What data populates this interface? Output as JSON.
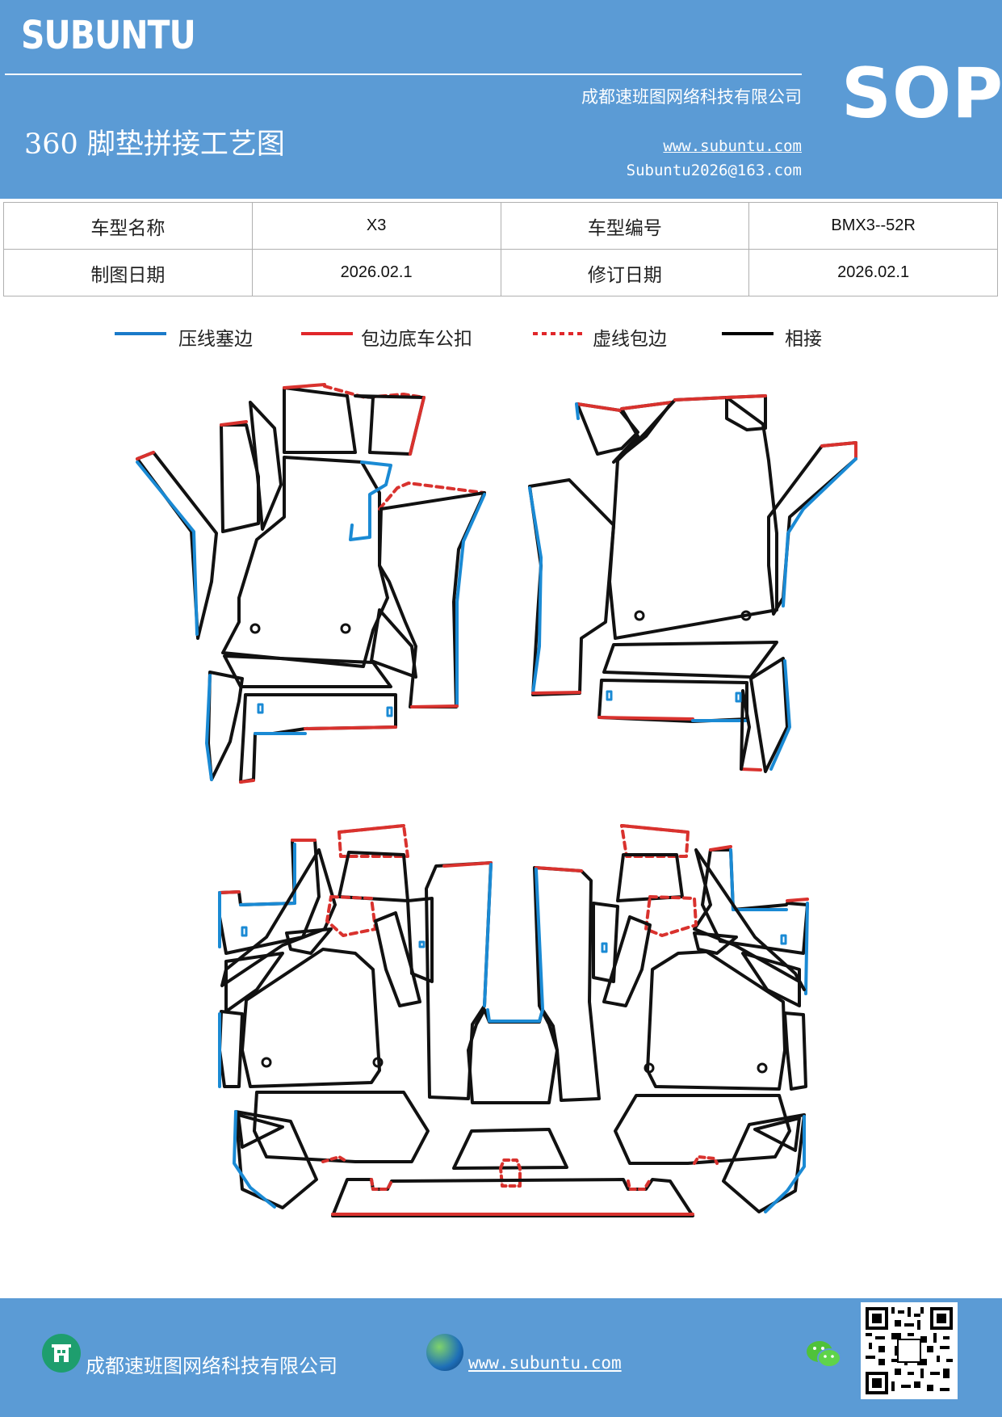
{
  "header": {
    "brand": "SUBUNTU",
    "company": "成都速班图网络科技有限公司",
    "title": "360 脚垫拼接工艺图",
    "website": "www.subuntu.com",
    "email": "Subuntu2026@163.com",
    "badge": "SOP",
    "background_color": "#5b9bd5"
  },
  "info_table": {
    "rows": [
      {
        "label1": "车型名称",
        "value1": "X3",
        "label2": "车型编号",
        "value2": "BMX3--52R"
      },
      {
        "label1": "制图日期",
        "value1": "2026.02.1",
        "label2": "修订日期",
        "value2": "2026.02.1"
      }
    ]
  },
  "legend": [
    {
      "label": "压线塞边",
      "color": "#1a7ac9",
      "style": "solid"
    },
    {
      "label": "包边底车公扣",
      "color": "#e0262a",
      "style": "solid"
    },
    {
      "label": "虚线包边",
      "color": "#e0262a",
      "style": "dashed"
    },
    {
      "label": "相接",
      "color": "#000000",
      "style": "solid"
    }
  ],
  "diagram_colors": {
    "blue": "#1a8ad4",
    "red": "#d9322e",
    "black": "#111111"
  },
  "footer": {
    "company": "成都速班图网络科技有限公司",
    "website": "www.subuntu.com",
    "icons": [
      "building-icon",
      "globe-icon",
      "wechat-icon",
      "qr-code"
    ]
  }
}
